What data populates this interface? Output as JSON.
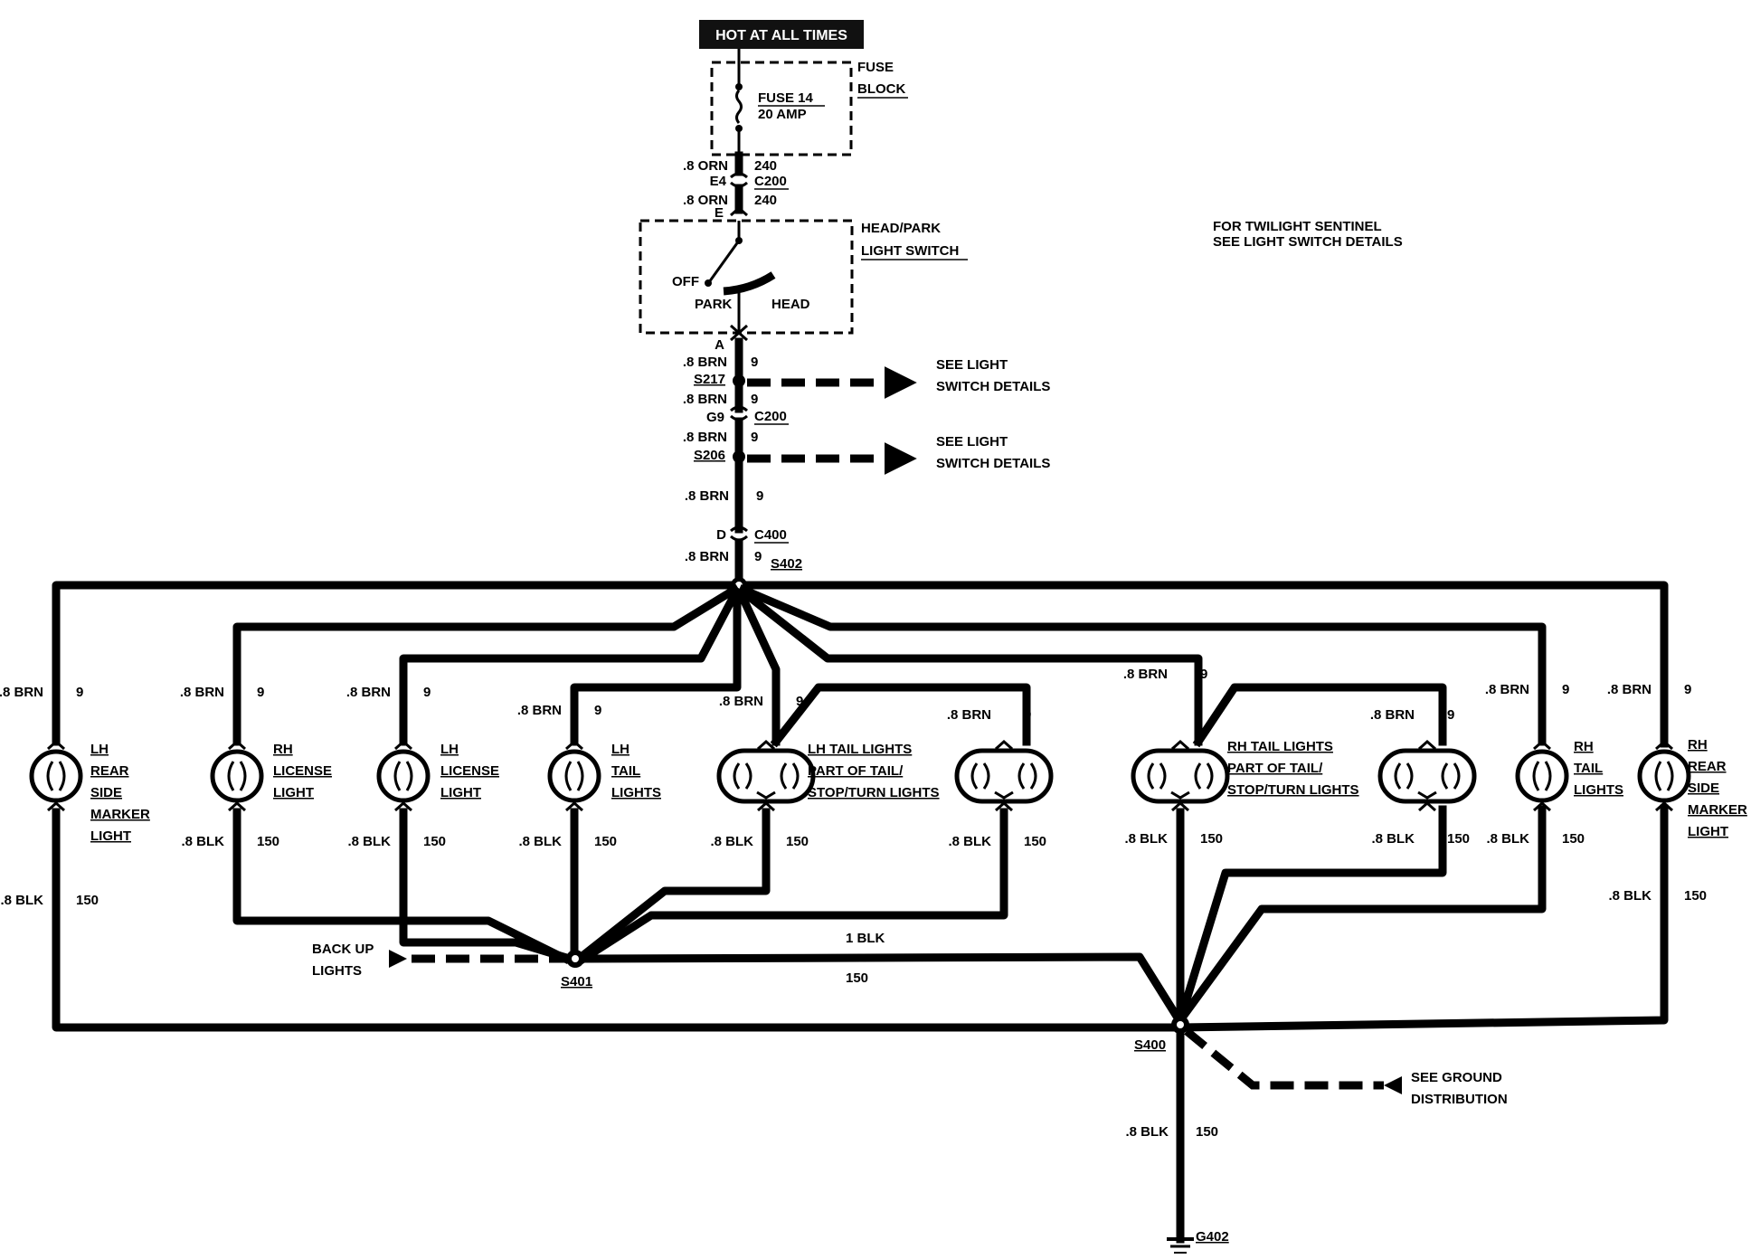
{
  "header": {
    "hot_label": "HOT AT ALL TIMES"
  },
  "fuse_block": {
    "title_1": "FUSE",
    "title_2": "BLOCK",
    "fuse_name": "FUSE 14",
    "fuse_rating": "20 AMP"
  },
  "top_wires": {
    "w1_gauge": ".8 ORN",
    "w1_circuit": "240",
    "conn_pin": "E4",
    "conn_name": "C200",
    "w2_gauge": ".8 ORN",
    "w2_circuit": "240",
    "pin_e": "E"
  },
  "switch": {
    "title_1": "HEAD/PARK",
    "title_2": "LIGHT SWITCH",
    "off": "OFF",
    "park": "PARK",
    "head": "HEAD",
    "pin_a": "A"
  },
  "note": {
    "line1": "FOR TWILIGHT SENTINEL",
    "line2": "SEE LIGHT SWITCH DETAILS"
  },
  "trunk": {
    "g1": ".8 BRN",
    "c1": "9",
    "splice1": "S217",
    "see1_a": "SEE LIGHT",
    "see1_b": "SWITCH DETAILS",
    "g2": ".8 BRN",
    "c2": "9",
    "pin_g9": "G9",
    "conn2": "C200",
    "g3": ".8 BRN",
    "c3": "9",
    "splice2": "S206",
    "see2_a": "SEE LIGHT",
    "see2_b": "SWITCH DETAILS",
    "g4": ".8 BRN",
    "c4": "9",
    "pin_d": "D",
    "conn3": "C400",
    "g5": ".8 BRN",
    "c5": "9",
    "splice3": "S402"
  },
  "lamps": [
    {
      "id": "lh-rear-side-marker",
      "name": [
        "LH",
        "REAR",
        "SIDE",
        "MARKER",
        "LIGHT"
      ],
      "brn": ".8 BRN",
      "brn_c": "9",
      "blk": ".8 BLK",
      "blk_c": "150"
    },
    {
      "id": "rh-license",
      "name": [
        "RH",
        "LICENSE",
        "LIGHT"
      ],
      "brn": ".8 BRN",
      "brn_c": "9",
      "blk": ".8 BLK",
      "blk_c": "150"
    },
    {
      "id": "lh-license",
      "name": [
        "LH",
        "LICENSE",
        "LIGHT"
      ],
      "brn": ".8 BRN",
      "brn_c": "9",
      "blk": ".8 BLK",
      "blk_c": "150"
    },
    {
      "id": "lh-tail",
      "name": [
        "LH",
        "TAIL",
        "LIGHTS"
      ],
      "brn": ".8 BRN",
      "brn_c": "9",
      "blk": ".8 BLK",
      "blk_c": "150"
    },
    {
      "id": "lh-tail-stop-1",
      "name": [
        "LH TAIL LIGHTS",
        "PART OF TAIL/",
        "STOP/TURN LIGHTS"
      ],
      "brn": ".8 BRN",
      "brn_c": "9",
      "blk": ".8 BLK",
      "blk_c": "150"
    },
    {
      "id": "lh-tail-stop-2",
      "name": [],
      "brn": ".8 BRN",
      "brn_c": "9",
      "blk": ".8 BLK",
      "blk_c": "150"
    },
    {
      "id": "rh-tail-stop-1",
      "name": [
        "RH TAIL LIGHTS",
        "PART OF TAIL/",
        "STOP/TURN LIGHTS"
      ],
      "brn": ".8 BRN",
      "brn_c": "9",
      "blk": ".8 BLK",
      "blk_c": "150"
    },
    {
      "id": "rh-tail-stop-2",
      "name": [],
      "brn": ".8 BRN",
      "brn_c": "9",
      "blk": ".8 BLK",
      "blk_c": "150"
    },
    {
      "id": "rh-tail",
      "name": [
        "RH",
        "TAIL",
        "LIGHTS"
      ],
      "brn": ".8 BRN",
      "brn_c": "9",
      "blk": ".8 BLK",
      "blk_c": "150"
    },
    {
      "id": "rh-rear-side-marker",
      "name": [
        "RH",
        "REAR",
        "SIDE",
        "MARKER",
        "LIGHT"
      ],
      "brn": ".8 BRN",
      "brn_c": "9",
      "blk": ".8 BLK",
      "blk_c": "150"
    }
  ],
  "bottom": {
    "backup_1": "BACK UP",
    "backup_2": "LIGHTS",
    "s401": "S401",
    "wire_g": "1 BLK",
    "wire_c": "150",
    "s400": "S400",
    "ground_1": "SEE GROUND",
    "ground_2": "DISTRIBUTION",
    "g_blk": ".8 BLK",
    "g_c": "150",
    "g402": "G402"
  }
}
